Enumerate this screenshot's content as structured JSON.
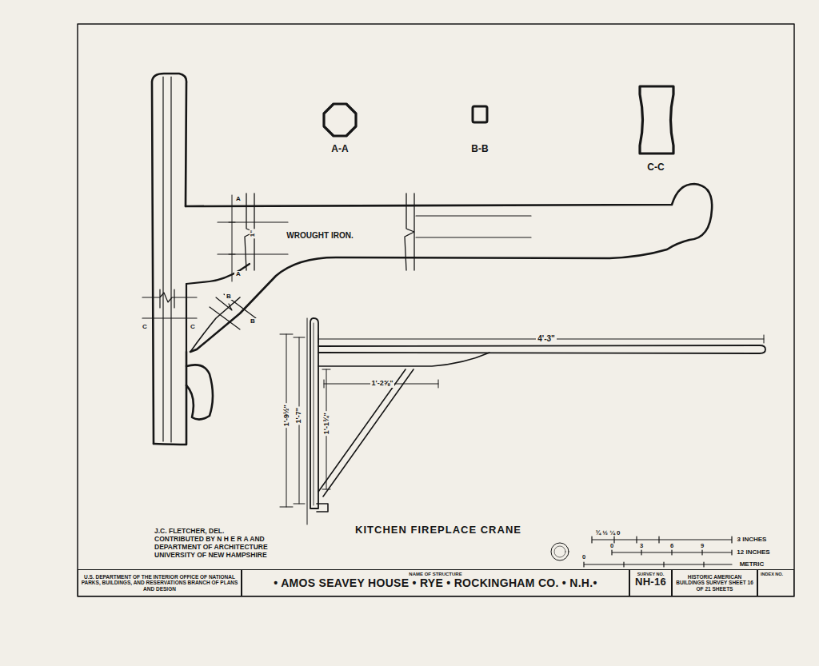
{
  "diagram": {
    "title": "KITCHEN FIREPLACE CRANE",
    "nodes": [
      {
        "text": [
          "U.S. DEPARTMENT OF THE INTERIOR OFFICE OF NATIONAL PARKS, BUILDINGS, AND RESERVATIONS BRANCH OF PLANS AND DESIGN"
        ]
      },
      {
        "text": [
          "NAME OF STRUCTURE",
          "• AMOS SEAVEY HOUSE • RYE • ROCKINGHAM CO. • N.H.•"
        ]
      },
      {
        "text": [
          "SURVEY NO.",
          "NH-16"
        ]
      },
      {
        "text": [
          "HISTORIC AMERICAN BUILDINGS SURVEY SHEET 16 OF 21 SHEETS"
        ]
      },
      {
        "text": [
          "INDEX NO."
        ]
      }
    ],
    "labels": [
      "A-A",
      "B-B",
      "C-C",
      "WROUGHT IRON.",
      "A",
      "A",
      "B",
      "B",
      "C",
      "C",
      "1\"",
      "4'-3\"",
      "1'-2⅝\"",
      "1'-9½\"",
      "1'-7\"",
      "1'-1¾\"",
      "J.C. FLETCHER, DEL.",
      "CONTRIBUTED BY N H E R A AND",
      "DEPARTMENT OF ARCHITECTURE",
      "UNIVERSITY OF NEW HAMPSHIRE",
      "¾ ½ ¼ 0",
      "3 INCHES",
      "0",
      "3",
      "6",
      "9",
      "12 INCHES",
      "0",
      "METRIC"
    ]
  }
}
